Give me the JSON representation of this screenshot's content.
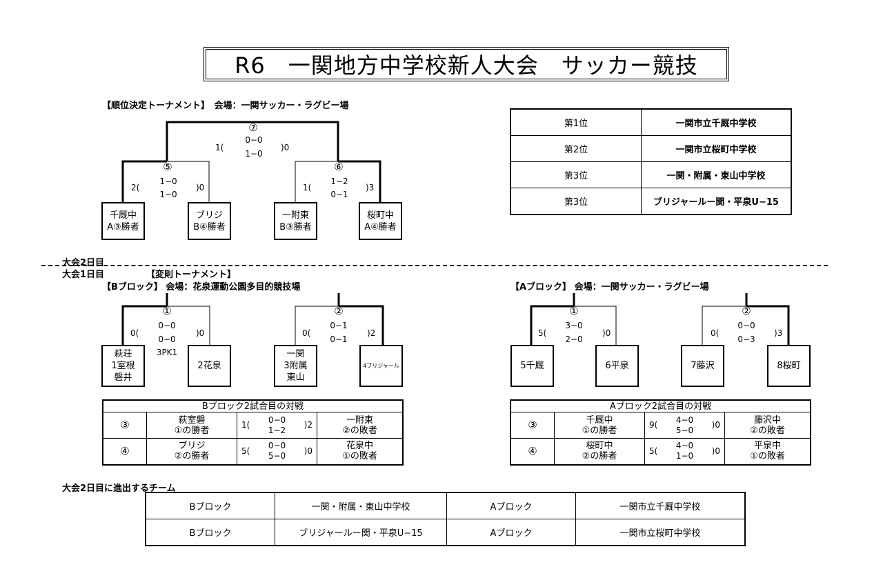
{
  "title": "R6　一関地方中学校新人大会　サッカー競技",
  "ranking_section": {
    "heading": "【順位決定トーナメント】　会場：一関サッカー・ラグビー場",
    "final": {
      "num": "⑦",
      "s1": "0−0",
      "s2": "1−0",
      "left": "1(",
      "right": ")0"
    },
    "semi_left": {
      "num": "⑤",
      "s1": "1−0",
      "s2": "1−0",
      "left": "2(",
      "right": ")0"
    },
    "semi_right": {
      "num": "⑥",
      "s1": "1−2",
      "s2": "0−1",
      "left": "1(",
      "right": ")3"
    },
    "teams": [
      {
        "l1": "千厩中",
        "l2": "A③勝者"
      },
      {
        "l1": "ブリジ",
        "l2": "B④勝者"
      },
      {
        "l1": "一附東",
        "l2": "B③勝者"
      },
      {
        "l1": "桜町中",
        "l2": "A④勝者"
      }
    ]
  },
  "results": [
    {
      "rank": "第1位",
      "team": "一関市立千厩中学校"
    },
    {
      "rank": "第2位",
      "team": "一関市立桜町中学校"
    },
    {
      "rank": "第3位",
      "team": "一関・附属・東山中学校"
    },
    {
      "rank": "第3位",
      "team": "ブリジャールー関・平泉U−15"
    }
  ],
  "day2_label": "大会2日目",
  "day1_label": "大会1日目",
  "irregular_label": "【変則トーナメント】",
  "bblock": {
    "heading": "【Bブロック】 会場：花泉運動公園多目的競技場",
    "m1": {
      "num": "①",
      "s1": "0−0",
      "s2": "0−0",
      "left": "0(",
      "right": ")0",
      "pk": "3PK1"
    },
    "m2": {
      "num": "②",
      "s1": "0−1",
      "s2": "0−1",
      "left": "0(",
      "right": ")2"
    },
    "teams": [
      {
        "l1": "萩荘",
        "l2": "1室根",
        "l3": "磐井"
      },
      {
        "l1": "2花泉"
      },
      {
        "l1": "一関",
        "l2": "3附属",
        "l3": "東山"
      },
      {
        "l1": "4ブリジャール"
      }
    ],
    "second": {
      "header": "Bブロック2試合目の対戦",
      "rows": [
        {
          "no": "③",
          "a1": "萩室磐",
          "a2": "①の勝者",
          "left": "1(",
          "s1": "0−0",
          "s2": "1−2",
          "right": ")2",
          "b1": "一附東",
          "b2": "②の敗者"
        },
        {
          "no": "④",
          "a1": "ブリジ",
          "a2": "②の勝者",
          "left": "5(",
          "s1": "0−0",
          "s2": "5−0",
          "right": ")0",
          "b1": "花泉中",
          "b2": "①の敗者"
        }
      ]
    }
  },
  "ablock": {
    "heading": "【Aブロック】 会場：一関サッカー・ラグビー場",
    "m1": {
      "num": "①",
      "s1": "3−0",
      "s2": "2−0",
      "left": "5(",
      "right": ")0"
    },
    "m2": {
      "num": "②",
      "s1": "0−0",
      "s2": "0−3",
      "left": "0(",
      "right": ")3"
    },
    "teams": [
      {
        "l1": "5千厩"
      },
      {
        "l1": "6平泉"
      },
      {
        "l1": "7藤沢"
      },
      {
        "l1": "8桜町"
      }
    ],
    "second": {
      "header": "Aブロック2試合目の対戦",
      "rows": [
        {
          "no": "③",
          "a1": "千厩中",
          "a2": "①の勝者",
          "left": "9(",
          "s1": "4−0",
          "s2": "5−0",
          "right": ")0",
          "b1": "藤沢中",
          "b2": "②の敗者"
        },
        {
          "no": "④",
          "a1": "桜町中",
          "a2": "②の勝者",
          "left": "5(",
          "s1": "4−0",
          "s2": "1−0",
          "right": ")0",
          "b1": "平泉中",
          "b2": "①の敗者"
        }
      ]
    }
  },
  "advance": {
    "heading": "大会2日目に進出するチーム",
    "rows": [
      {
        "b_label": "Bブロック",
        "b_team": "一関・附属・東山中学校",
        "a_label": "Aブロック",
        "a_team": "一関市立千厩中学校"
      },
      {
        "b_label": "Bブロック",
        "b_team": "ブリジャールー関・平泉U−15",
        "a_label": "Aブロック",
        "a_team": "一関市立桜町中学校"
      }
    ]
  }
}
